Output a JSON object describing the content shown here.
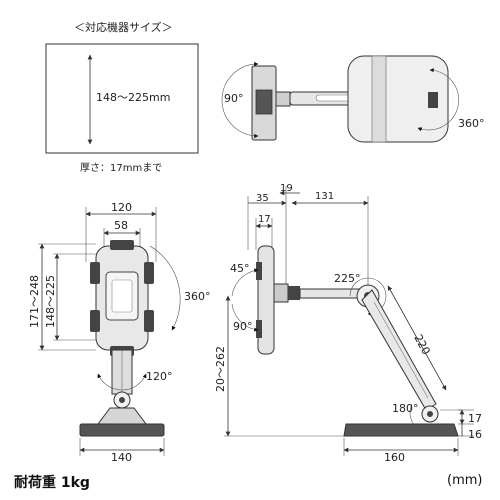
{
  "compatible": {
    "title": "＜対応機器サイズ＞",
    "size_range": "148～225mm",
    "thickness": "厚さ：17mmまで"
  },
  "top_view": {
    "clamp_rotation": "90°",
    "rotation": "360°"
  },
  "front_view": {
    "width_outer": "120",
    "width_inner": "58",
    "height_outer": "171～248",
    "height_inner": "148～225",
    "rotation": "360°",
    "arm_swing": "120°",
    "base_width": "140"
  },
  "side_view": {
    "dim_35": "35",
    "dim_19": "19",
    "dim_131": "131",
    "dim_17_top": "17",
    "tilt_up": "45°",
    "tilt_down": "90°",
    "joint_angle": "225°",
    "arm_length": "220",
    "height": "20～262",
    "base_angle": "180°",
    "dim_17_base": "17",
    "dim_16": "16",
    "base_depth": "160"
  },
  "footer": {
    "load": "耐荷重 1kg",
    "units": "(mm)"
  }
}
